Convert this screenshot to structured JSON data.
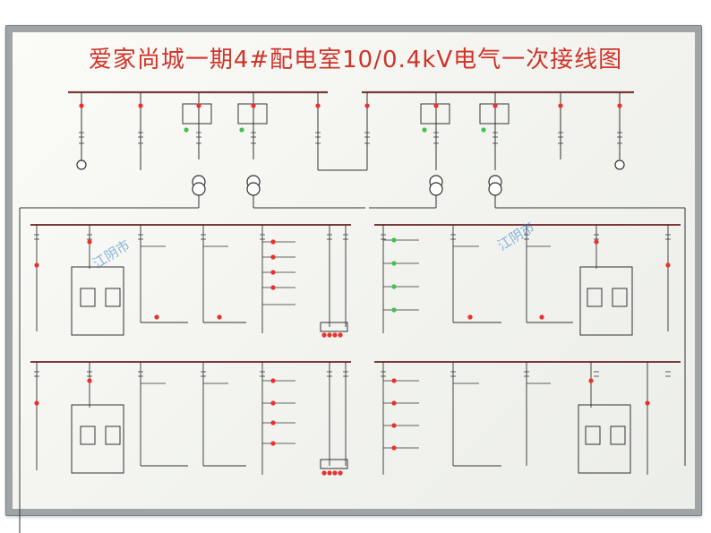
{
  "board": {
    "title": "爱家尚城一期4#配电室10/0.4kV电气一次接线图",
    "watermark_left": "江阴市",
    "watermark_right": "江阴市",
    "colors": {
      "frame": "#9fa4a6",
      "line": "#333333",
      "bus": "#7a3a3a",
      "title": "#d0332a",
      "lamp_red": "#e8322c",
      "lamp_green": "#3fc24f",
      "watermark": "#2f7ec9"
    }
  }
}
